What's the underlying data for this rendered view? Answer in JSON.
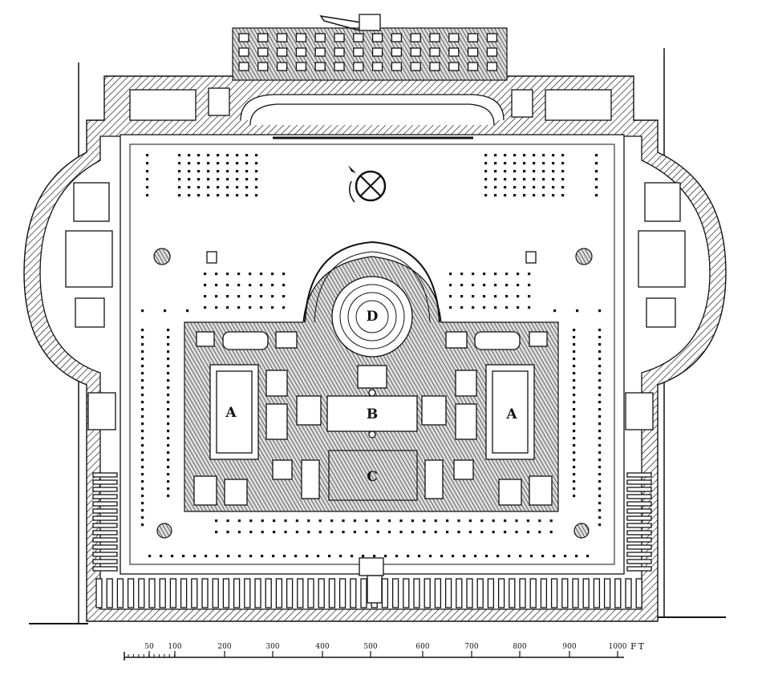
{
  "labels": {
    "a_left": "A",
    "b": "B",
    "a_right": "A",
    "c": "C",
    "d": "D"
  },
  "scale": {
    "ticks": [
      "50",
      "100",
      "200",
      "300",
      "400",
      "500",
      "600",
      "700",
      "800",
      "900",
      "1000"
    ],
    "unit": "FT"
  },
  "icons": {
    "north": "compass-arrow-icon"
  }
}
